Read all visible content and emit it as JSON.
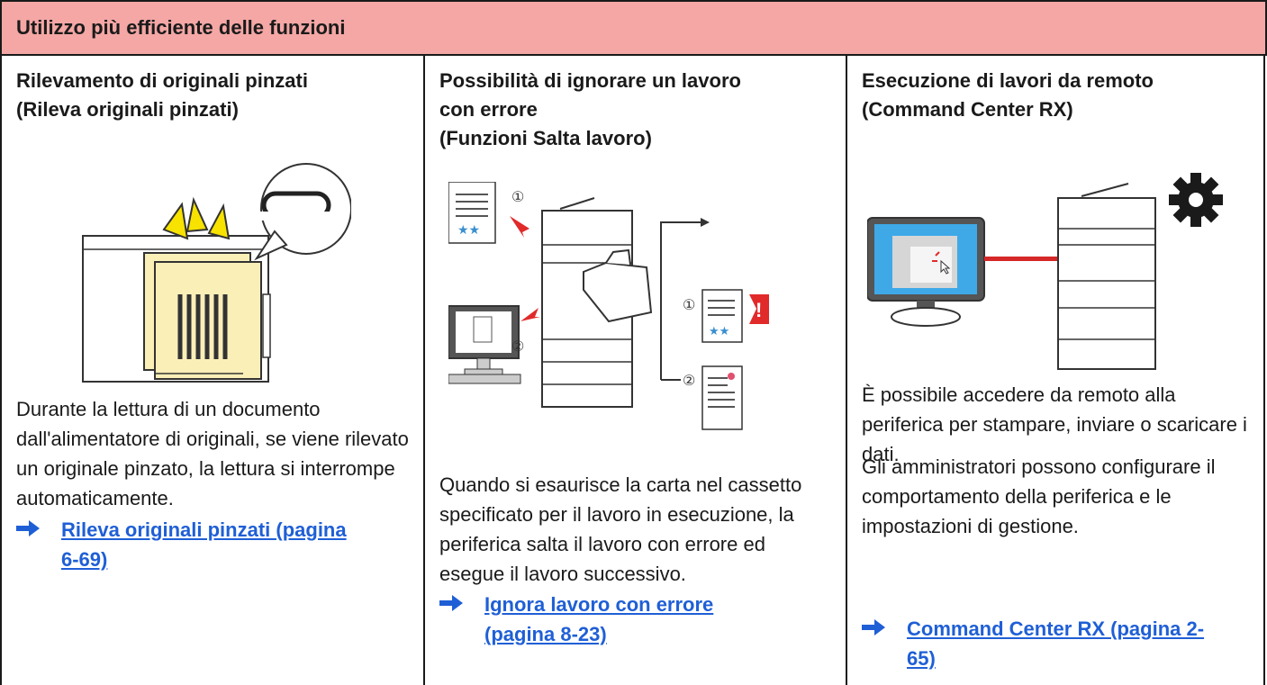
{
  "header": {
    "title": "Utilizzo più efficiente delle funzioni"
  },
  "columns": [
    {
      "title_line1": "Rilevamento di originali pinzati",
      "title_line2": "(Rileva originali pinzati)",
      "body": "Durante la lettura di un documento dall'alimentatore di originali, se viene rilevato un originale pinzato, la lettura si interrompe automaticamente.",
      "link_line1": "Rileva originali pinzati (pagina ",
      "link_line2": "6-69)"
    },
    {
      "title_line1": "Possibilità di ignorare un lavoro",
      "title_line2": "con errore",
      "title_line3": "(Funzioni Salta lavoro)",
      "body": "Quando si esaurisce la carta nel cassetto specificato per il lavoro in esecuzione, la periferica salta il lavoro con errore ed esegue il lavoro successivo.",
      "link_line1": "Ignora lavoro con errore ",
      "link_line2": "(pagina 8-23)",
      "marker1": "①",
      "marker2": "②"
    },
    {
      "title_line1": "Esecuzione di lavori da remoto",
      "title_line2": "(Command Center RX)",
      "body1": "È possibile accedere da remoto alla periferica per stampare, inviare o scaricare i dati.",
      "body2": "Gli amministratori possono configurare il comportamento della periferica e le impostazioni di gestione.",
      "link_line1": "Command Center RX (pagina 2-",
      "link_line2": "65)"
    }
  ]
}
